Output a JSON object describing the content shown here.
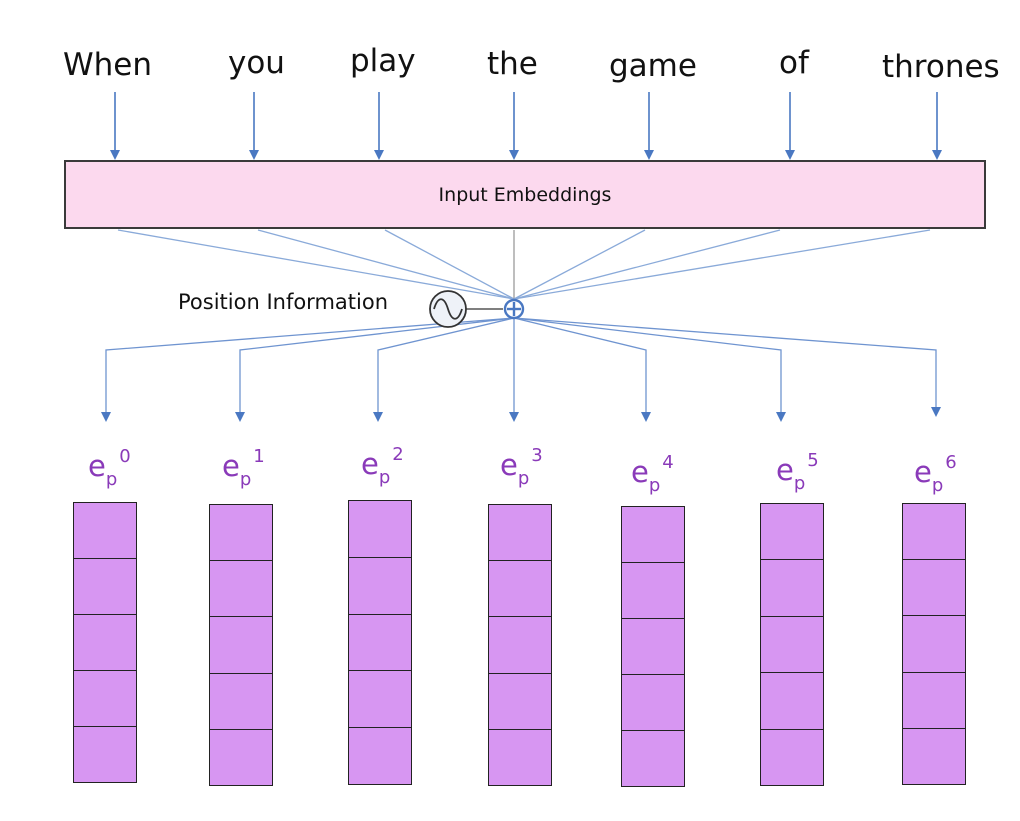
{
  "words": [
    "When",
    "you",
    "play",
    "the",
    "game",
    "of",
    "thrones"
  ],
  "embedding_label": "Input Embeddings",
  "position_label": "Position Information",
  "encoding_symbol": "⊕",
  "positional_vectors": [
    {
      "base": "e",
      "sub": "p",
      "sup": "0"
    },
    {
      "base": "e",
      "sub": "p",
      "sup": "1"
    },
    {
      "base": "e",
      "sub": "p",
      "sup": "2"
    },
    {
      "base": "e",
      "sub": "p",
      "sup": "3"
    },
    {
      "base": "e",
      "sub": "p",
      "sup": "4"
    },
    {
      "base": "e",
      "sub": "p",
      "sup": "5"
    },
    {
      "base": "e",
      "sub": "p",
      "sup": "6"
    }
  ],
  "cells_per_vector": 5,
  "colors": {
    "arrow": "#4a78c2",
    "embedding_fill": "#fcd9ee",
    "vector_fill": "#d796f2",
    "vector_label": "#8a3ab9"
  },
  "icons": [
    "sine-wave-icon",
    "plus-circle-icon"
  ]
}
